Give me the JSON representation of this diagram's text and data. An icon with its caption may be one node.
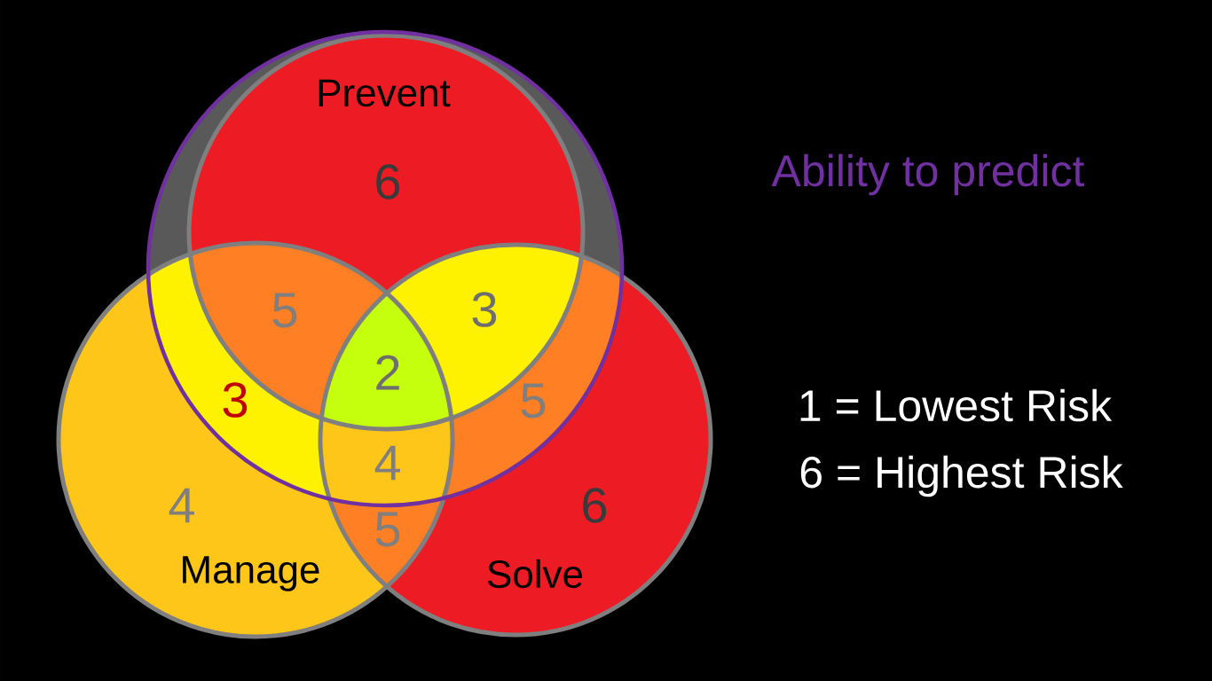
{
  "diagram": {
    "nodes": [
      {
        "text": [],
        "shape": "circle"
      },
      {
        "text": [
          "Prevent",
          "6"
        ],
        "in": 0
      },
      {
        "text": [
          "4",
          "Manage"
        ]
      },
      {
        "text": [
          "6",
          "Solve"
        ]
      }
    ],
    "labels": [
      "Ability to predict",
      "5",
      "3",
      "2",
      "3",
      "5",
      "4",
      "5",
      "1 = Lowest Risk",
      "6 = Highest Risk"
    ]
  }
}
